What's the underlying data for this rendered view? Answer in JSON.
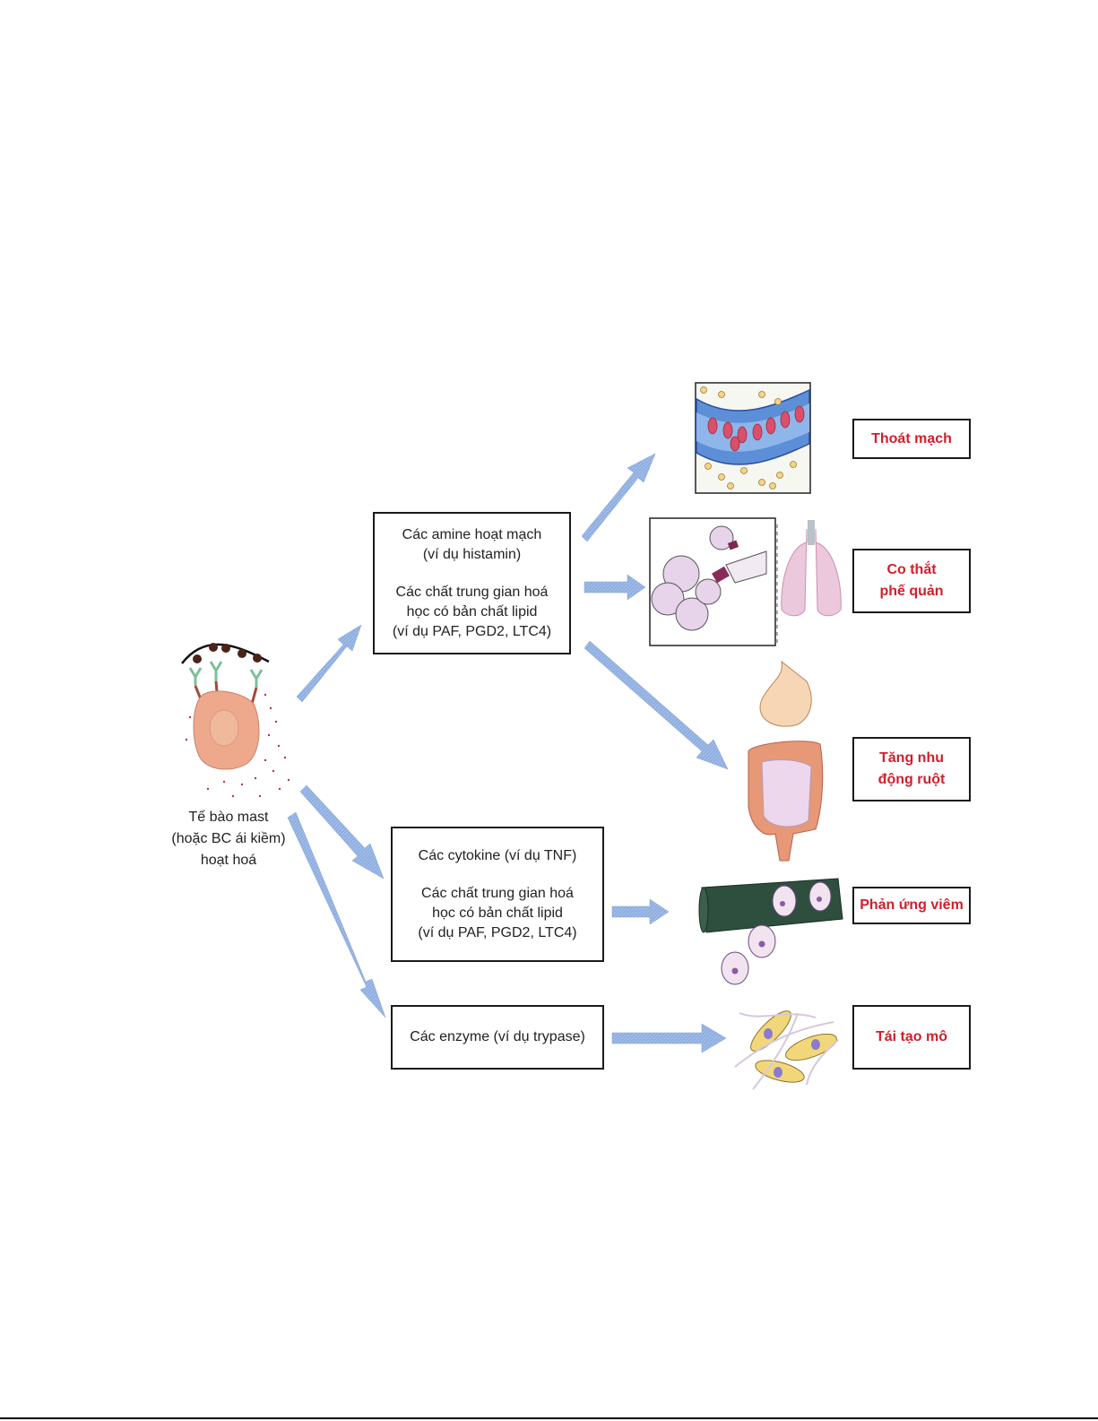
{
  "diagram": {
    "source_cell": {
      "label_lines": [
        "Tế bào mast",
        "(hoặc BC ái kiềm)",
        "hoạt hoá"
      ],
      "icon": "activated-mast-cell-icon"
    },
    "mediator_groups": [
      {
        "id": "amines-lipid",
        "lines": [
          "Các amine hoạt mạch",
          "(ví dụ histamin)",
          "",
          "Các chất trung gian hoá",
          "học có bản chất lipid",
          "(ví dụ PAF, PGD2, LTC4)"
        ]
      },
      {
        "id": "cytokines-lipid",
        "lines": [
          "Các cytokine (ví dụ TNF)",
          "",
          "Các chất trung gian hoá",
          "học có bản chất lipid",
          "(ví dụ PAF, PGD2, LTC4)"
        ]
      },
      {
        "id": "enzymes",
        "lines": [
          "Các enzyme (ví dụ trypase)"
        ]
      }
    ],
    "outcomes": [
      {
        "lines": [
          "Thoát mạch"
        ],
        "icon": "blood-vessel-leakage-icon"
      },
      {
        "lines": [
          "Co thắt",
          "phế quản"
        ],
        "icon": "bronchoconstriction-lungs-icon"
      },
      {
        "lines": [
          "Tăng nhu",
          "động ruột"
        ],
        "icon": "intestine-icon"
      },
      {
        "lines": [
          "Phản ứng viêm"
        ],
        "icon": "inflammation-leukocytes-icon"
      },
      {
        "lines": [
          "Tái tạo mô"
        ],
        "icon": "tissue-remodeling-fibroblast-icon"
      }
    ],
    "edges": [
      {
        "from": "source_cell",
        "to": "amines-lipid"
      },
      {
        "from": "source_cell",
        "to": "cytokines-lipid"
      },
      {
        "from": "source_cell",
        "to": "enzymes"
      },
      {
        "from": "amines-lipid",
        "to": "Thoát mạch"
      },
      {
        "from": "amines-lipid",
        "to": "Co thắt phế quản"
      },
      {
        "from": "amines-lipid",
        "to": "Tăng nhu động ruột"
      },
      {
        "from": "cytokines-lipid",
        "to": "Phản ứng viêm"
      },
      {
        "from": "enzymes",
        "to": "Tái tạo mô"
      }
    ],
    "colors": {
      "arrow": "#8eaee0",
      "outcome_text": "#d0202c",
      "box_border": "#1a1a1a"
    }
  }
}
